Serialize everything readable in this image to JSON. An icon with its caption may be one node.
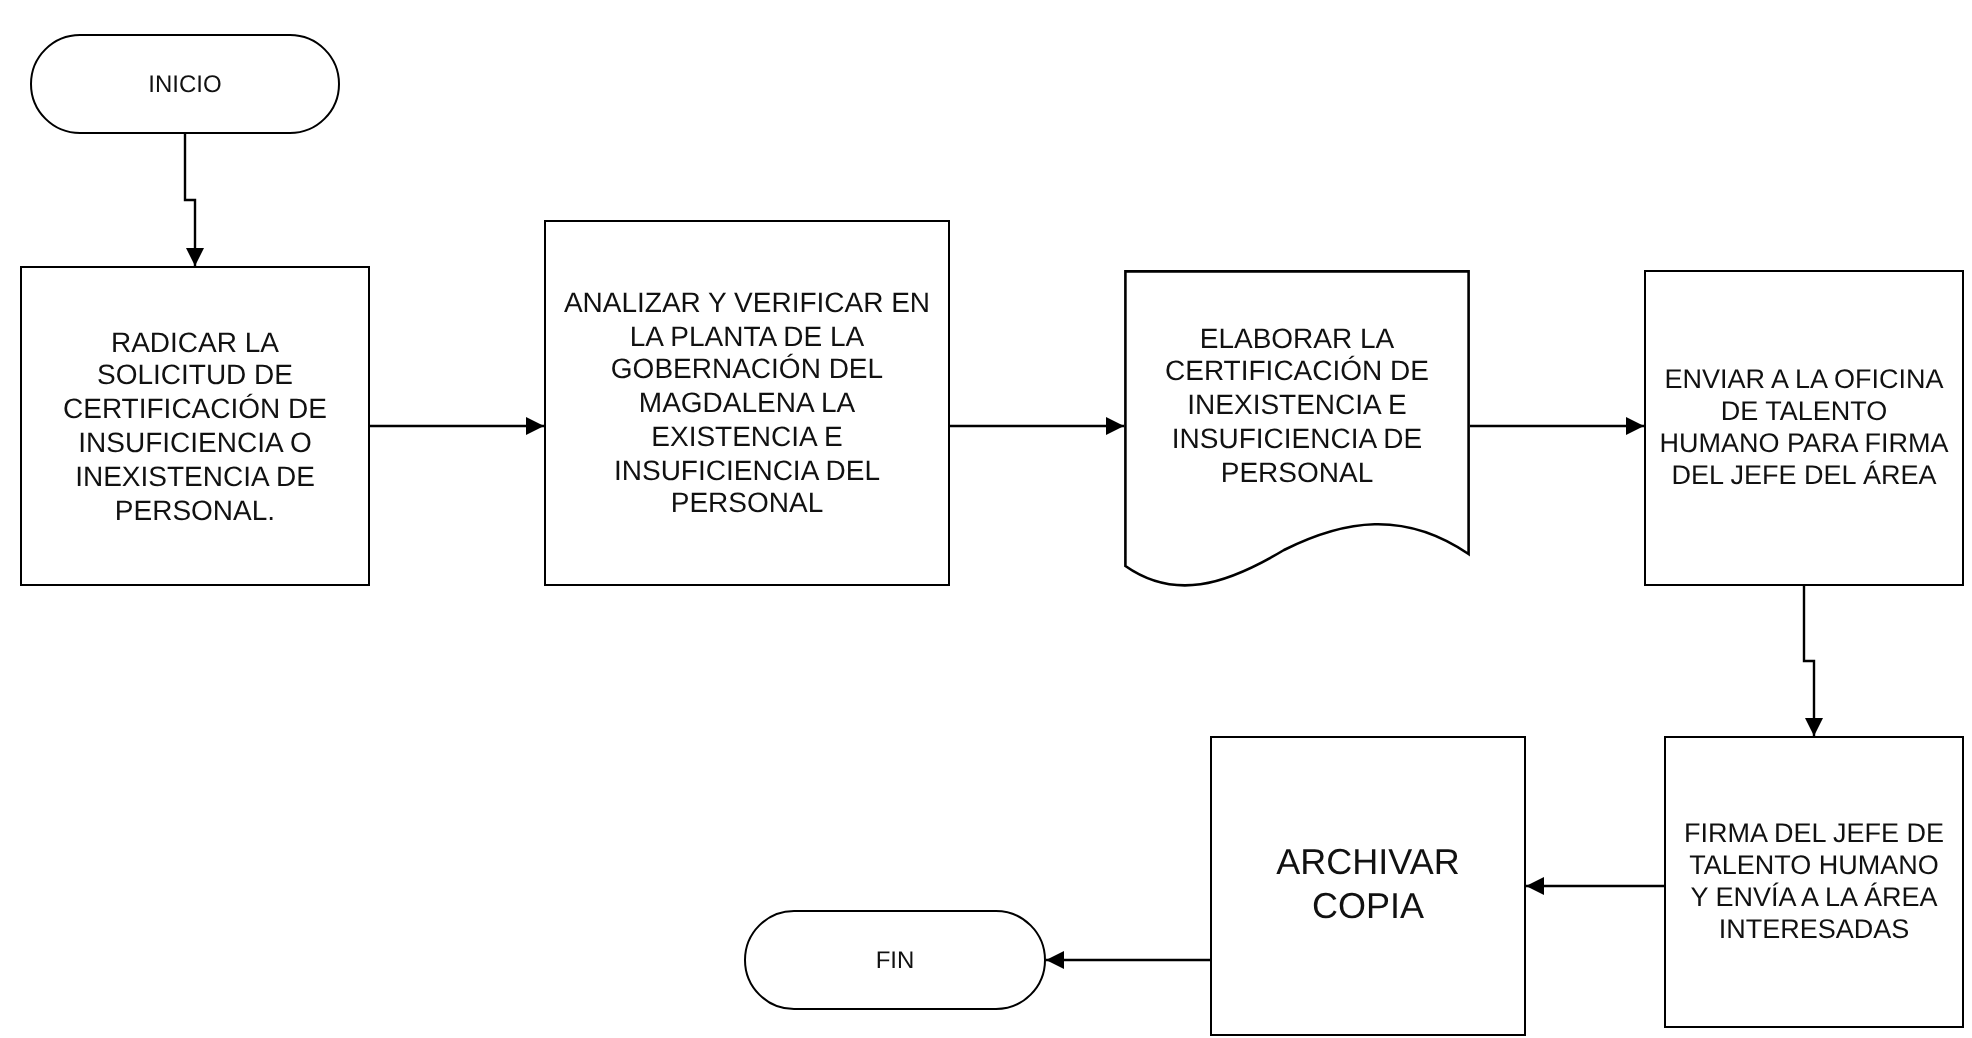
{
  "diagram": {
    "nodes": [
      {
        "text": [
          "INICIO"
        ]
      },
      {
        "text": [
          "RADICAR LA SOLICITUD DE CERTIFICACIÓN DE INSUFICIENCIA O INEXISTENCIA DE PERSONAL."
        ]
      },
      {
        "text": [
          "ANALIZAR Y VERIFICAR EN LA PLANTA DE LA GOBERNACIÓN DEL MAGDALENA LA EXISTENCIA E INSUFICIENCIA DEL PERSONAL"
        ]
      },
      {
        "text": [
          "ELABORAR LA CERTIFICACIÓN DE INEXISTENCIA E INSUFICIENCIA DE PERSONAL"
        ]
      },
      {
        "text": [
          "ENVIAR A LA OFICINA DE TALENTO HUMANO PARA FIRMA DEL JEFE DEL ÁREA"
        ]
      },
      {
        "text": [
          "FIRMA DEL JEFE DE TALENTO HUMANO Y ENVÍA A LA ÁREA INTERESADAS"
        ]
      },
      {
        "text": [
          "ARCHIVAR COPIA"
        ]
      },
      {
        "text": [
          "FIN"
        ]
      }
    ],
    "edges": [
      {
        "from": 0,
        "to": 1,
        "arrow": "to"
      },
      {
        "from": 1,
        "to": 2,
        "arrow": "to"
      },
      {
        "from": 2,
        "to": 3,
        "arrow": "to"
      },
      {
        "from": 3,
        "to": 4,
        "arrow": "to"
      },
      {
        "from": 4,
        "to": 5,
        "arrow": "to"
      },
      {
        "from": 5,
        "to": 6,
        "arrow": "to"
      },
      {
        "from": 6,
        "to": 7,
        "arrow": "to"
      }
    ]
  }
}
